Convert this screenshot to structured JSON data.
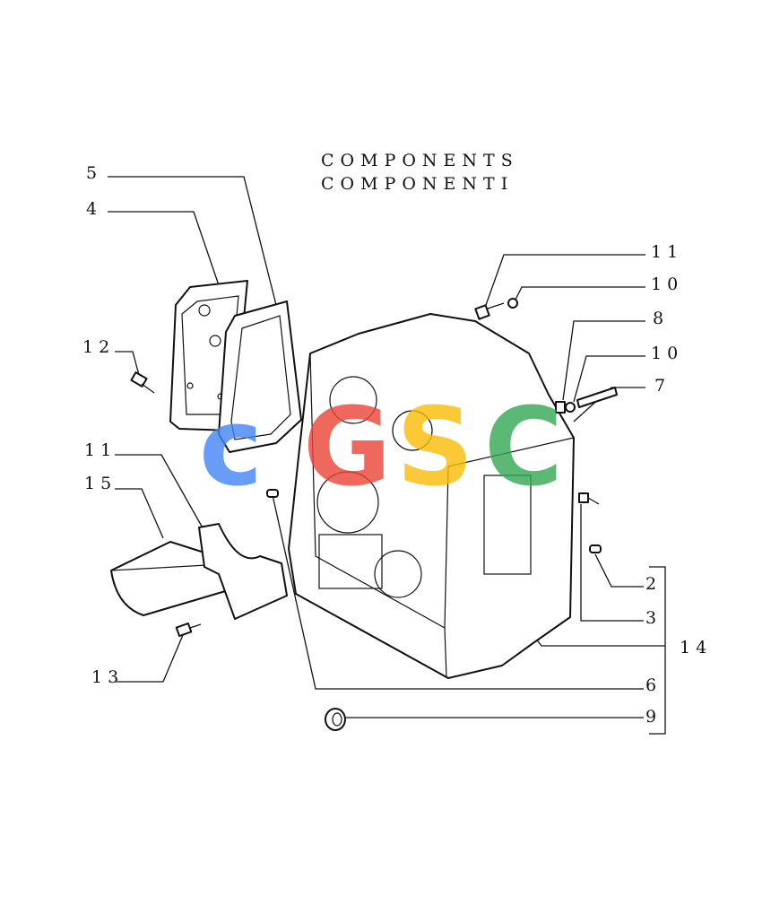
{
  "title": {
    "line1": "COMPONENTS",
    "line2": "COMPONENTI"
  },
  "callouts": {
    "c5": "5",
    "c4": "4",
    "c12": "12",
    "c11_left": "11",
    "c15": "15",
    "c13": "13",
    "c11_right": "11",
    "c10_top": "10",
    "c8": "8",
    "c10_mid": "10",
    "c7": "7",
    "c2": "2",
    "c3": "3",
    "c14": "14",
    "c6": "6",
    "c9": "9"
  },
  "watermark": {
    "letters": [
      "c",
      "G",
      "S",
      "C"
    ],
    "colors": [
      "#4285F4",
      "#EA4335",
      "#FBBC05",
      "#34A853"
    ]
  }
}
